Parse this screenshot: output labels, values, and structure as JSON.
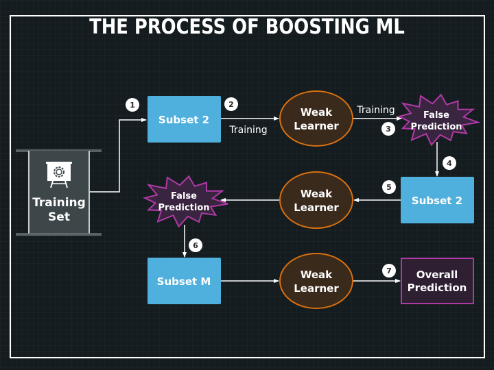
{
  "title": "THE PROCESS OF BOOSTING ML",
  "colors": {
    "background": "#141c20",
    "subset_fill": "#4fb0dd",
    "learner_fill": "#3a2a1c",
    "learner_stroke": "#d9700f",
    "false_fill": "#3a2540",
    "false_stroke": "#b03aa6",
    "overall_fill": "#2e1f33",
    "overall_stroke": "#b03aa6",
    "training_set_fill": "#3d4649"
  },
  "training_set": {
    "icon": "presentation-gear-icon",
    "label_line1": "Training",
    "label_line2": "Set"
  },
  "nodes": {
    "subset_top": "Subset 2",
    "learner_top_line1": "Weak",
    "learner_top_line2": "Learner",
    "false_top_line1": "False",
    "false_top_line2": "Prediction",
    "subset_mid": "Subset 2",
    "learner_mid_line1": "Weak",
    "learner_mid_line2": "Learner",
    "false_mid_line1": "False",
    "false_mid_line2": "Prediction",
    "subset_bottom": "Subset M",
    "learner_bottom_line1": "Weak",
    "learner_bottom_line2": "Learner",
    "overall_line1": "Overall",
    "overall_line2": "Prediction"
  },
  "edge_labels": {
    "training_1": "Training",
    "training_2": "Training"
  },
  "steps": [
    "1",
    "2",
    "3",
    "4",
    "5",
    "6",
    "7"
  ]
}
